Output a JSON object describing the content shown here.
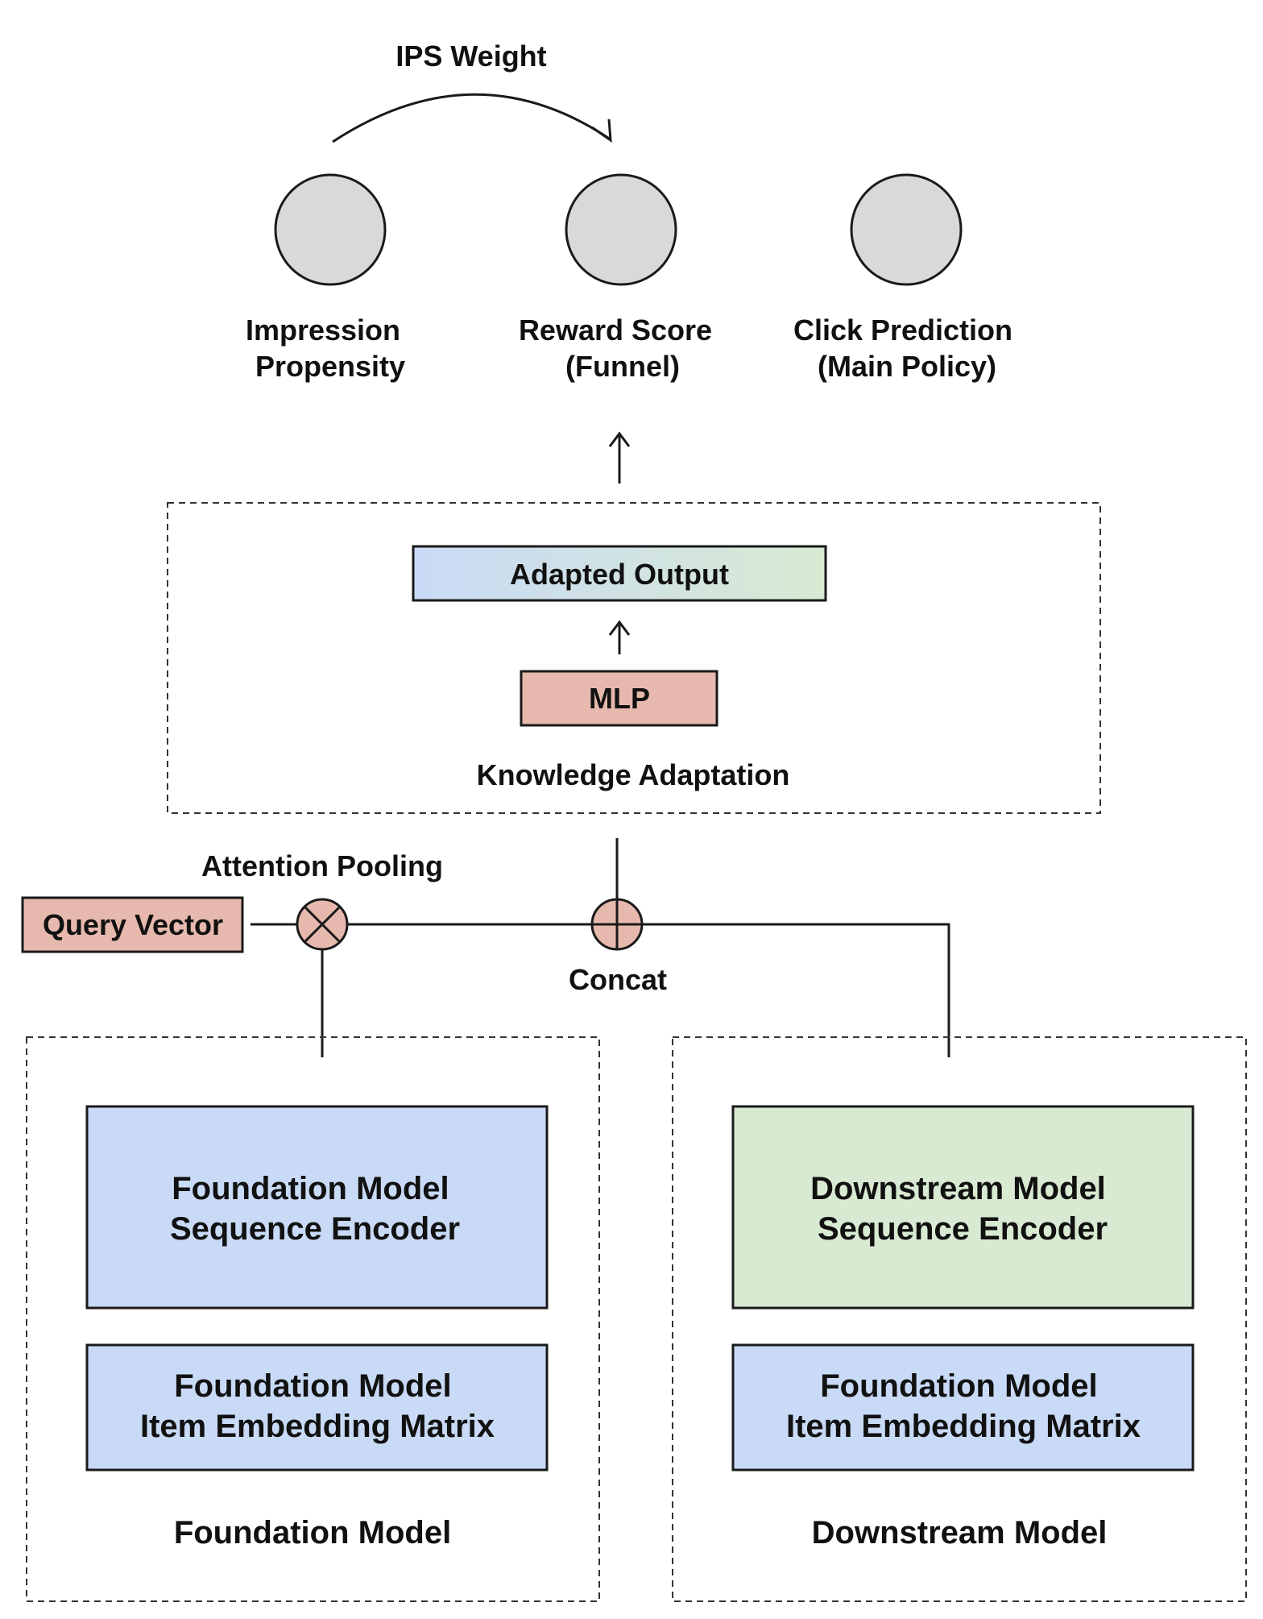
{
  "top_arrow_label": "IPS Weight",
  "heads": [
    {
      "line1": "Impression",
      "line2": "Propensity"
    },
    {
      "line1": "Reward Score",
      "line2": "(Funnel)"
    },
    {
      "line1": "Click Prediction",
      "line2": "(Main Policy)"
    }
  ],
  "adaptation": {
    "output_label": "Adapted Output",
    "mlp_label": "MLP",
    "group_label": "Knowledge Adaptation"
  },
  "pooling": {
    "label": "Attention Pooling",
    "query_label": "Query Vector",
    "concat_label": "Concat"
  },
  "foundation": {
    "encoder_line1": "Foundation Model",
    "encoder_line2": "Sequence Encoder",
    "embed_line1": "Foundation Model",
    "embed_line2": "Item Embedding Matrix",
    "group_label": "Foundation Model"
  },
  "downstream": {
    "encoder_line1": "Downstream Model",
    "encoder_line2": "Sequence Encoder",
    "embed_line1": "Foundation Model",
    "embed_line2": "Item Embedding Matrix",
    "group_label": "Downstream Model"
  },
  "colors": {
    "foundation_blue": "#c9daf6",
    "downstream_green": "#d8ead2",
    "salmon": "#e7b9ae",
    "node_gray": "#d9d9d9",
    "line": "#1a1a1a"
  }
}
